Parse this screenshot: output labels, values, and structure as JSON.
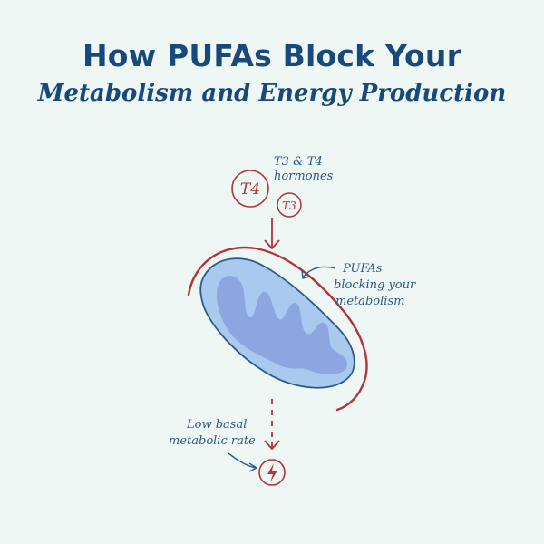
{
  "header": {
    "title_line1": "How PUFAs Block Your",
    "title_line2": "Metabolism and Energy Production"
  },
  "diagram": {
    "hormone_t4": "T4",
    "hormone_t3": "T3",
    "hormones_label_line1": "T3 & T4",
    "hormones_label_line2": "hormones",
    "pufa_label_line1": "PUFAs",
    "pufa_label_line2": "blocking your",
    "pufa_label_line3": "metabolism",
    "bmr_label_line1": "Low basal",
    "bmr_label_line2": "metabolic rate",
    "energy_icon": "lightning-bolt-icon",
    "colors": {
      "title": "#17497c",
      "accent_red": "#b2333a",
      "annotation_blue": "#2a5a8a",
      "mitochondria_outer": "#a9c9ef",
      "mitochondria_inner": "#8ea6e0",
      "mitochondria_stroke": "#2a5a8a",
      "background": "#eef7f3"
    }
  }
}
